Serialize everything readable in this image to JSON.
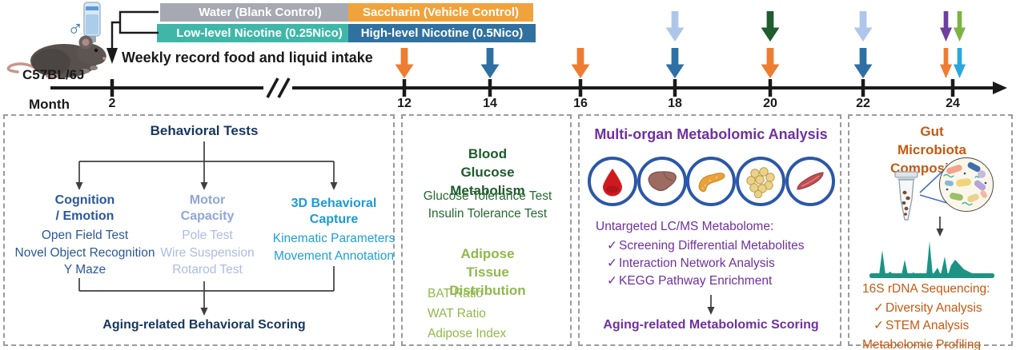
{
  "figure": {
    "sex_icon": "♂",
    "strain": "C57BL/6J",
    "weekly_note": "Weekly record food and liquid intake",
    "month_label": "Month",
    "months": [
      "2",
      "12",
      "14",
      "16",
      "18",
      "20",
      "22",
      "24"
    ]
  },
  "legend": {
    "items": [
      {
        "label": "Water (Blank Control)",
        "color": "#A6A9B2"
      },
      {
        "label": "Low-level Nicotine (0.25Nico)",
        "color": "#3FB6A8"
      },
      {
        "label": "Saccharin (Vehicle Control)",
        "color": "#F0A33C"
      },
      {
        "label": "High-level Nicotine (0.5Nico)",
        "color": "#31719F"
      }
    ]
  },
  "timeline_arrows": {
    "palette": {
      "orange": "#ED7D31",
      "steel_blue": "#2E6FA4",
      "periwinkle": "#AEC6EA",
      "dark_green": "#1F5C2E",
      "purple": "#6E3FA0",
      "yellow_green": "#7DB343",
      "cyan": "#2BA7E0"
    },
    "events": [
      {
        "month": "12",
        "top": [],
        "bottom": [
          "orange"
        ]
      },
      {
        "month": "14",
        "top": [],
        "bottom": [
          "steel_blue"
        ]
      },
      {
        "month": "16",
        "top": [],
        "bottom": [
          "orange"
        ]
      },
      {
        "month": "18",
        "top": [
          "periwinkle"
        ],
        "bottom": [
          "steel_blue"
        ]
      },
      {
        "month": "20",
        "top": [
          "dark_green"
        ],
        "bottom": [
          "orange"
        ]
      },
      {
        "month": "22",
        "top": [
          "periwinkle"
        ],
        "bottom": [
          "steel_blue"
        ]
      },
      {
        "month": "24",
        "top": [
          "purple",
          "yellow_green"
        ],
        "bottom": [
          "orange",
          "cyan"
        ]
      }
    ]
  },
  "panels": {
    "behavioral": {
      "title": "Behavioral Tests",
      "columns": [
        {
          "heading": "Cognition\n/ Emotion",
          "items": [
            "Open Field Test",
            "Novel Object Recognition",
            "Y Maze"
          ]
        },
        {
          "heading": "Motor\nCapacity",
          "items": [
            "Pole Test",
            "Wire Suspension",
            "Rotarod Test"
          ]
        },
        {
          "heading": "3D Behavioral\nCapture",
          "items": [
            "Kinematic Parameters",
            "Movement Annotation"
          ]
        }
      ],
      "footer": "Aging-related Behavioral Scoring"
    },
    "metabolism": {
      "glucose_title": "Blood Glucose\nMetabolism",
      "glucose_items": [
        "Glucose Tolerance Test",
        "Insulin Tolerance Test"
      ],
      "adipose_title": "Adipose Tissue\nDistribution",
      "adipose_items": [
        "BAT Ratio",
        "WAT Ratio",
        "Adipose Index"
      ]
    },
    "metabolomics": {
      "title": "Multi-organ Metabolomic Analysis",
      "organs": [
        "blood",
        "liver",
        "pancreas",
        "adipose-tissue",
        "muscle"
      ],
      "list_heading": "Untargeted LC/MS Metabolome:",
      "check_items": [
        "Screening Differential Metabolites",
        "Interaction Network Analysis",
        "KEGG Pathway Enrichment"
      ],
      "footer": "Aging-related Metabolomic Scoring"
    },
    "microbiota": {
      "title": "Gut Microbiota\nComposition",
      "list_heading": "16S rDNA Sequencing:",
      "check_items": [
        "Diversity Analysis",
        "STEM Analysis"
      ],
      "footer": "Metabolomic Profiling"
    }
  },
  "glyphs": {
    "check": "✓"
  }
}
